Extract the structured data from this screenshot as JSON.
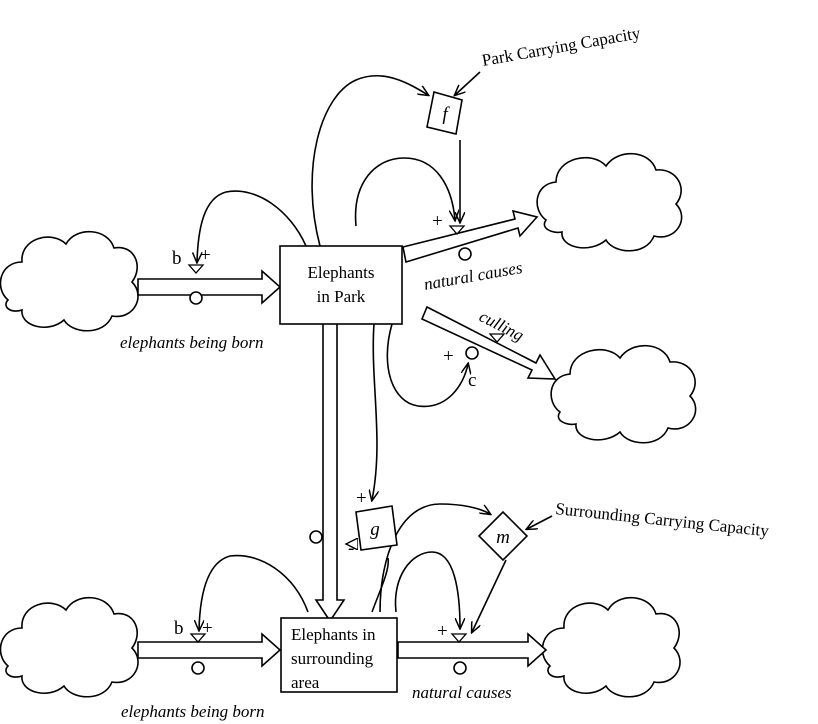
{
  "stocks": {
    "park": {
      "line1": "Elephants",
      "line2": "in Park"
    },
    "surrounding": {
      "line1": "Elephants in",
      "line2": "surrounding",
      "line3": "area"
    }
  },
  "flows": {
    "park_birth": "elephants being born",
    "park_natural": "natural causes",
    "park_culling": "culling",
    "surr_birth": "elephants being born",
    "surr_natural": "natural causes"
  },
  "parameters": {
    "f": "f",
    "g": "g",
    "m": "m",
    "b_park": "b",
    "b_surr": "b",
    "c": "c"
  },
  "externals": {
    "park_capacity": "Park Carrying Capacity",
    "surr_capacity": "Surrounding Carrying Capacity"
  },
  "polarity": {
    "plus": "+",
    "minus": "-"
  }
}
